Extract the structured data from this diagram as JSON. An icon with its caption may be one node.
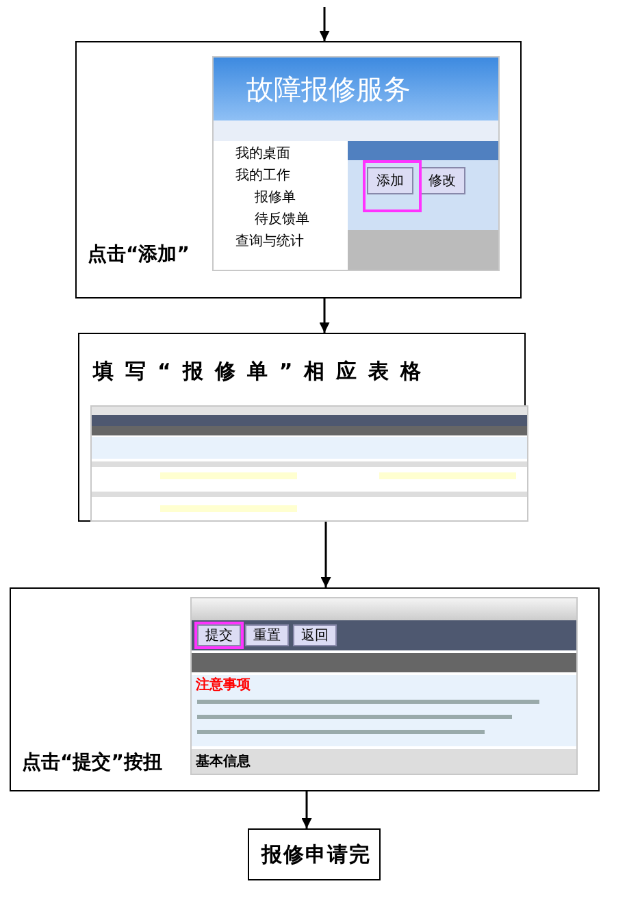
{
  "diagram": {
    "nodes": [
      {
        "text": [
          "点击“添加”"
        ]
      },
      {
        "text": [
          "填写“报修单”相应表格"
        ]
      },
      {
        "text": [
          "点击“提交”按扭"
        ]
      },
      {
        "text": [
          "报修申请完"
        ]
      }
    ],
    "edges": [
      {
        "from": null,
        "to": 0,
        "arrow": "to"
      },
      {
        "from": 0,
        "to": 1,
        "arrow": "to"
      },
      {
        "from": 1,
        "to": 2,
        "arrow": "to"
      },
      {
        "from": 2,
        "to": 3,
        "arrow": "to"
      }
    ],
    "labels": [
      "故障报修服务",
      "我的桌面",
      "我的工作",
      "报修单",
      "待反馈单",
      "查询与统计",
      "添加",
      "修改",
      "提交",
      "重置",
      "返回",
      "注意事项",
      "基本信息"
    ]
  }
}
